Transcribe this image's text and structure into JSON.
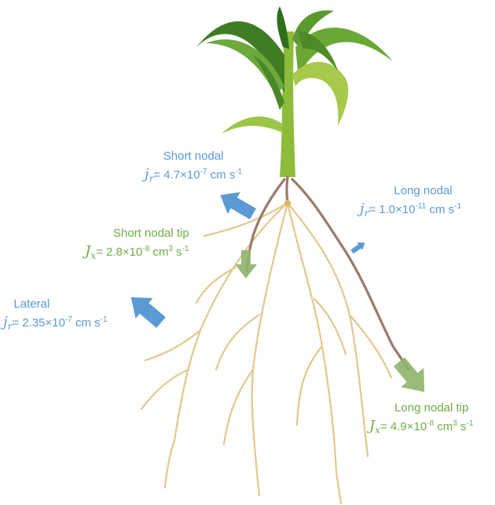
{
  "labels": {
    "short_nodal": {
      "title": "Short nodal",
      "symbol": "j",
      "sub": "r",
      "eq": "= 4.7×10",
      "exp": "-7",
      "unit": " cm s",
      "unit_exp": "-1"
    },
    "long_nodal": {
      "title": "Long nodal",
      "symbol": "j",
      "sub": "r",
      "eq": "= 1.0×10",
      "exp": "-11",
      "unit": " cm s",
      "unit_exp": "-1"
    },
    "short_nodal_tip": {
      "title": "Short nodal tip",
      "symbol": "J",
      "sub": "x",
      "eq": "= 2.8×10",
      "exp": "-8",
      "unit": " cm",
      "unit_exp": "3",
      "unit2": " s",
      "unit2_exp": "-1"
    },
    "lateral": {
      "title": "Lateral",
      "symbol": "j",
      "sub": "r",
      "eq": "= 2.35×10",
      "exp": "-7",
      "unit": " cm s",
      "unit_exp": "-1"
    },
    "long_nodal_tip": {
      "title": "Long nodal tip",
      "symbol": "J",
      "sub": "x",
      "eq": "= 4.9×10",
      "exp": "-8",
      "unit": " cm",
      "unit_exp": "3",
      "unit2": " s",
      "unit2_exp": "-1"
    }
  },
  "colors": {
    "radial_arrow": "#5b9bd5",
    "axial_arrow": "#8fb26b",
    "radial_text": "#5b9bd5",
    "axial_text": "#70ad47",
    "nodal_root": "#9b7a6a",
    "lateral_root": "#e3c78d",
    "leaf_dark": "#4e8a2a",
    "leaf_light": "#a5c94a"
  }
}
